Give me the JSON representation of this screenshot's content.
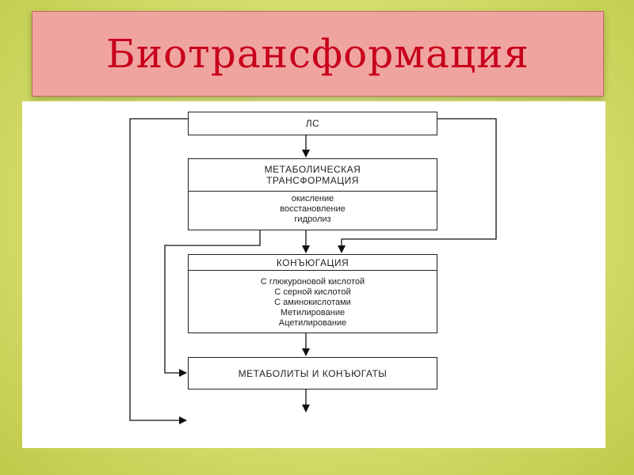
{
  "slide": {
    "title": "Биотрансформация"
  },
  "diagram": {
    "ls": "ЛС",
    "metabolic": {
      "title_line1": "МЕТАБОЛИЧЕСКАЯ",
      "title_line2": "ТРАНСФОРМАЦИЯ",
      "items": [
        "окисление",
        "восстановление",
        "гидролиз"
      ]
    },
    "conjugation": {
      "title": "КОНЪЮГАЦИЯ",
      "items": [
        "С глюкуроновой кислотой",
        "С серной кислотой",
        "С аминокислотами",
        "Метилирование",
        "Ацетилирование"
      ]
    },
    "metabolites": "МЕТАБОЛИТЫ И КОНЪЮГАТЫ"
  }
}
